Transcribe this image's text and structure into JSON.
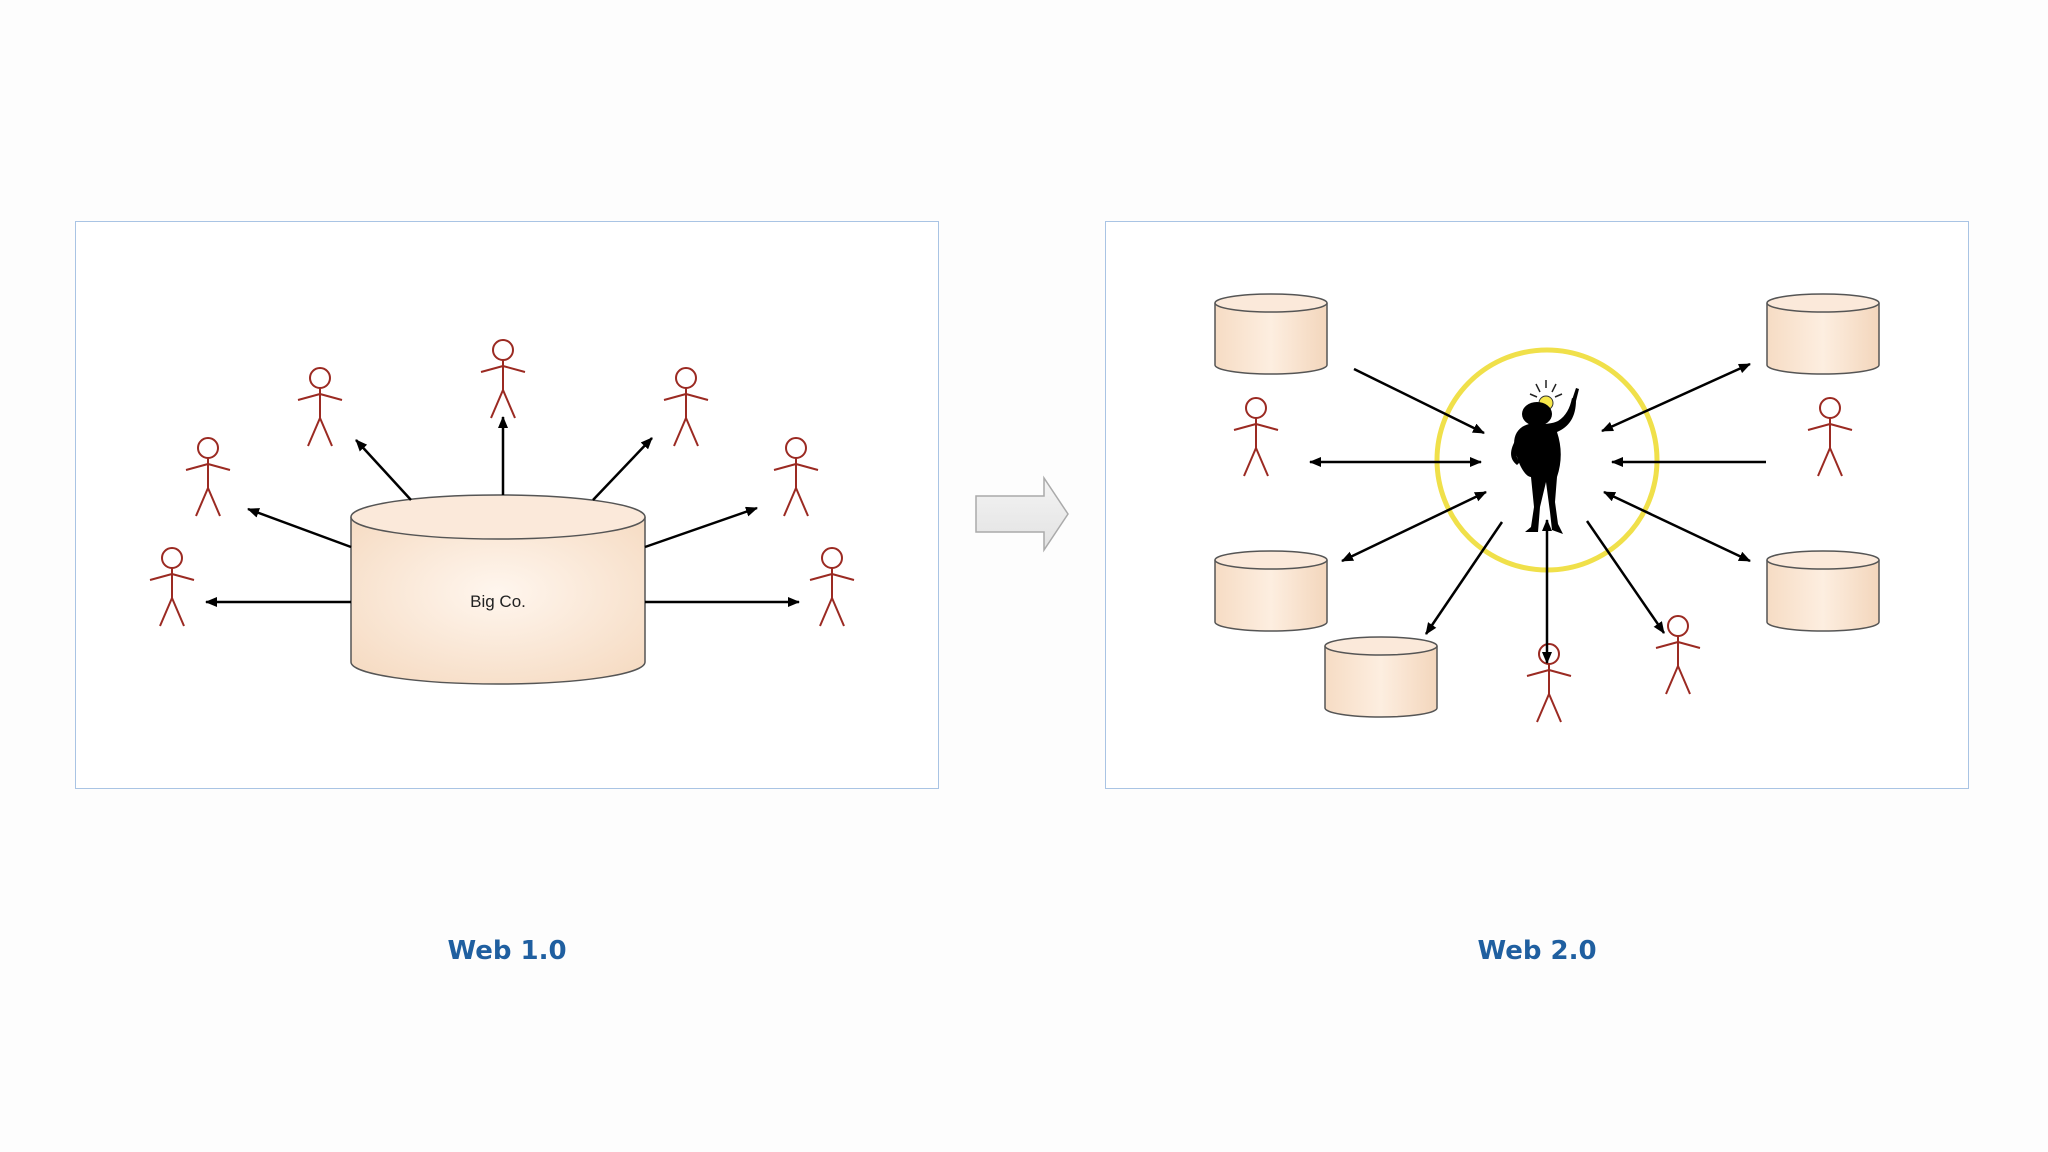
{
  "web1": {
    "caption": "Web 1.0",
    "server_label": "Big Co."
  },
  "web2": {
    "caption": "Web 2.0"
  },
  "colors": {
    "frame": "#a9c4e4",
    "caption": "#1f5fa0",
    "person": "#9b2a22",
    "arrow": "#000000",
    "database_fill": "#f9e3cf",
    "database_stroke": "#555555",
    "halo": "#f0e04a"
  },
  "icons": {
    "transition": "right-arrow-icon",
    "person": "stick-figure-icon",
    "database": "database-cylinder-icon",
    "central_user": "thinking-person-lightbulb-icon"
  }
}
